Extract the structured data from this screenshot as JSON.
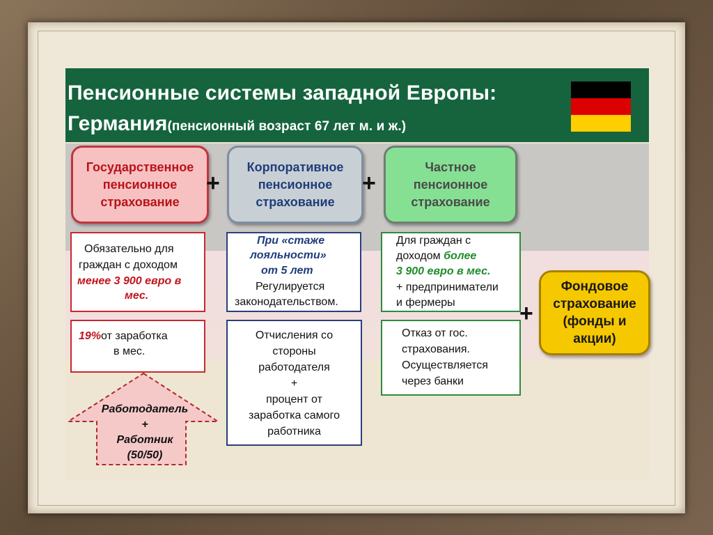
{
  "title": {
    "line1": "Пенсионные системы западной Европы:",
    "line2_main": "Германия",
    "line2_sub": "(пенсионный возраст 67 лет м. и ж.)"
  },
  "flag_colors": [
    "#000000",
    "#dd0000",
    "#ffce00"
  ],
  "pills": {
    "state": "Государственное пенсионное страхование",
    "corporate": "Корпоративное пенсионное страхование",
    "private": "Частное пенсионное страхование",
    "fund": "Фондовое страхование (фонды и акции)"
  },
  "plus_sign": "+",
  "state_box1": {
    "line1": "Обязательно для",
    "line2": "граждан с доходом",
    "highlight1": "менее 3 900 евро в",
    "highlight2": "мес."
  },
  "state_box2": {
    "percent": "19%",
    "rest1": "от заработка",
    "rest2": "в мес."
  },
  "corp_box1": {
    "i1": "При «стаже",
    "i2": "лояльности»",
    "i3": "от 5 лет",
    "l4": "Регулируется",
    "l5": "законодательством."
  },
  "corp_box2": {
    "l1": "Отчисления со",
    "l2": "стороны",
    "l3": "работодателя",
    "l4": "+",
    "l5": "процент от",
    "l6": "заработка самого",
    "l7": "работника"
  },
  "private_box1": {
    "l1": "Для граждан с",
    "l2a": "доходом ",
    "l2b": "более",
    "l3": "3 900 евро в мес.",
    "l4": "+ предприниматели",
    "l5": "и фермеры"
  },
  "private_box2": {
    "l1": "Отказ от гос.",
    "l2": "страхования.",
    "l3": "Осуществляется",
    "l4": "через банки"
  },
  "arrow": {
    "l1": "Работодатель",
    "l2": "+",
    "l3": "Работник",
    "l4": "(50/50)"
  }
}
